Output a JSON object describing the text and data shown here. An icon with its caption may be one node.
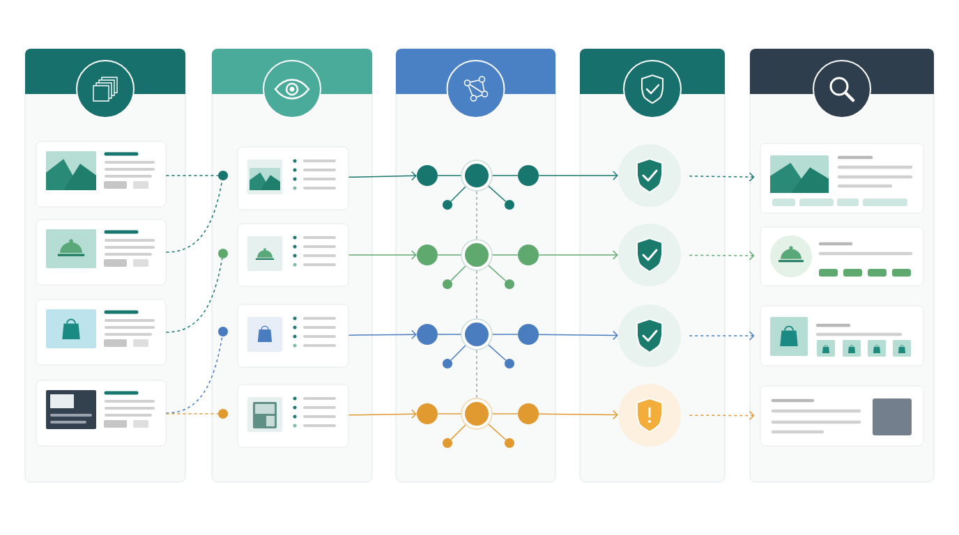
{
  "diagram": {
    "nodes": [
      {
        "text": [],
        "shape": "box"
      },
      {
        "text": [],
        "shape": "box",
        "in": 0
      },
      {
        "text": [],
        "shape": "box",
        "in": 0
      },
      {
        "text": [],
        "shape": "box",
        "in": 0
      },
      {
        "text": [],
        "shape": "box",
        "in": 0
      },
      {
        "text": [],
        "shape": "box"
      },
      {
        "text": [],
        "shape": "circle",
        "in": 5
      },
      {
        "text": [],
        "shape": "circle",
        "in": 5
      },
      {
        "text": [],
        "shape": "circle",
        "in": 5
      },
      {
        "text": [],
        "shape": "circle",
        "in": 5
      },
      {
        "text": [],
        "shape": "box",
        "in": 5
      },
      {
        "text": [],
        "shape": "box",
        "in": 5
      },
      {
        "text": [],
        "shape": "box",
        "in": 5
      },
      {
        "text": [],
        "shape": "box",
        "in": 5
      },
      {
        "text": [],
        "shape": "box"
      },
      {
        "text": [],
        "shape": "circle",
        "in": 14
      },
      {
        "text": [],
        "shape": "circle",
        "in": 14
      },
      {
        "text": [],
        "shape": "circle",
        "in": 14
      },
      {
        "text": [],
        "shape": "circle",
        "in": 14
      },
      {
        "text": [],
        "shape": "circle",
        "in": 14
      },
      {
        "text": [],
        "shape": "circle",
        "in": 14
      },
      {
        "text": [],
        "shape": "circle",
        "in": 14
      },
      {
        "text": [],
        "shape": "circle",
        "in": 14
      },
      {
        "text": [],
        "shape": "circle",
        "in": 14
      },
      {
        "text": [],
        "shape": "circle",
        "in": 14
      },
      {
        "text": [],
        "shape": "circle",
        "in": 14
      },
      {
        "text": [],
        "shape": "circle",
        "in": 14
      },
      {
        "text": [],
        "shape": "circle",
        "in": 14
      },
      {
        "text": [],
        "shape": "circle",
        "in": 14
      },
      {
        "text": [],
        "shape": "circle",
        "in": 14
      },
      {
        "text": [],
        "shape": "circle",
        "in": 14
      },
      {
        "text": [],
        "shape": "circle",
        "in": 14
      },
      {
        "text": [],
        "shape": "circle",
        "in": 14
      },
      {
        "text": [],
        "shape": "circle",
        "in": 14
      },
      {
        "text": [],
        "shape": "circle",
        "in": 14
      },
      {
        "text": [],
        "shape": "box"
      },
      {
        "text": [],
        "shape": "circle",
        "in": 35
      },
      {
        "text": [],
        "shape": "circle",
        "in": 35
      },
      {
        "text": [],
        "shape": "circle",
        "in": 35
      },
      {
        "text": [],
        "shape": "circle",
        "in": 35
      },
      {
        "text": [],
        "shape": "box"
      },
      {
        "text": [],
        "shape": "box",
        "in": 40
      },
      {
        "text": [],
        "shape": "box",
        "in": 40
      },
      {
        "text": [],
        "shape": "box",
        "in": 40
      },
      {
        "text": [],
        "shape": "box",
        "in": 40
      }
    ],
    "edges": [
      {
        "from": 1,
        "to": 6,
        "arrow": "none",
        "style": "dashed",
        "color": "#17766e"
      },
      {
        "from": 2,
        "to": 6,
        "arrow": "none",
        "style": "dashed",
        "color": "#17766e"
      },
      {
        "from": 3,
        "to": 7,
        "arrow": "none",
        "style": "dashed",
        "color": "#17766e"
      },
      {
        "from": 4,
        "to": 8,
        "arrow": "none",
        "style": "dashed",
        "color": "#4a7cc0"
      },
      {
        "from": 4,
        "to": 9,
        "arrow": "none",
        "style": "dashed",
        "color": "#e09a30"
      },
      {
        "from": 10,
        "to": 15,
        "arrow": "to",
        "color": "#17766e"
      },
      {
        "from": 15,
        "to": 16,
        "arrow": "none",
        "color": "#17766e"
      },
      {
        "from": 16,
        "to": 17,
        "arrow": "none",
        "color": "#17766e"
      },
      {
        "from": 16,
        "to": 18,
        "arrow": "none",
        "color": "#17766e"
      },
      {
        "from": 16,
        "to": 19,
        "arrow": "none",
        "color": "#17766e"
      },
      {
        "from": 17,
        "to": 36,
        "arrow": "to",
        "color": "#17766e"
      },
      {
        "from": 36,
        "to": 41,
        "arrow": "to",
        "style": "dashed",
        "color": "#17766e"
      },
      {
        "from": 11,
        "to": 20,
        "arrow": "to",
        "color": "#5fa86e"
      },
      {
        "from": 20,
        "to": 21,
        "arrow": "none",
        "color": "#5fa86e"
      },
      {
        "from": 21,
        "to": 22,
        "arrow": "none",
        "color": "#5fa86e"
      },
      {
        "from": 21,
        "to": 23,
        "arrow": "none",
        "color": "#5fa86e"
      },
      {
        "from": 21,
        "to": 24,
        "arrow": "none",
        "color": "#5fa86e"
      },
      {
        "from": 22,
        "to": 37,
        "arrow": "to",
        "color": "#5fa86e"
      },
      {
        "from": 37,
        "to": 42,
        "arrow": "to",
        "style": "dashed",
        "color": "#5fa86e"
      },
      {
        "from": 12,
        "to": 25,
        "arrow": "to",
        "color": "#4a7cc0"
      },
      {
        "from": 25,
        "to": 26,
        "arrow": "none",
        "color": "#4a7cc0"
      },
      {
        "from": 26,
        "to": 27,
        "arrow": "none",
        "color": "#4a7cc0"
      },
      {
        "from": 26,
        "to": 28,
        "arrow": "none",
        "color": "#4a7cc0"
      },
      {
        "from": 26,
        "to": 29,
        "arrow": "none",
        "color": "#4a7cc0"
      },
      {
        "from": 27,
        "to": 38,
        "arrow": "to",
        "color": "#4a7cc0"
      },
      {
        "from": 38,
        "to": 43,
        "arrow": "to",
        "style": "dashed",
        "color": "#4a7cc0"
      },
      {
        "from": 13,
        "to": 30,
        "arrow": "to",
        "color": "#e09a30"
      },
      {
        "from": 30,
        "to": 31,
        "arrow": "none",
        "color": "#e09a30"
      },
      {
        "from": 31,
        "to": 32,
        "arrow": "none",
        "color": "#e09a30"
      },
      {
        "from": 31,
        "to": 33,
        "arrow": "none",
        "color": "#e09a30"
      },
      {
        "from": 31,
        "to": 34,
        "arrow": "none",
        "color": "#e09a30"
      },
      {
        "from": 32,
        "to": 39,
        "arrow": "to",
        "color": "#e09a30"
      },
      {
        "from": 39,
        "to": 44,
        "arrow": "to",
        "style": "dashed",
        "color": "#e09a30"
      },
      {
        "from": 16,
        "to": 21,
        "arrow": "none",
        "style": "dashed",
        "color": "#9aa0a6"
      },
      {
        "from": 21,
        "to": 26,
        "arrow": "none",
        "style": "dashed",
        "color": "#9aa0a6"
      },
      {
        "from": 26,
        "to": 31,
        "arrow": "none",
        "style": "dashed",
        "color": "#9aa0a6"
      }
    ]
  }
}
